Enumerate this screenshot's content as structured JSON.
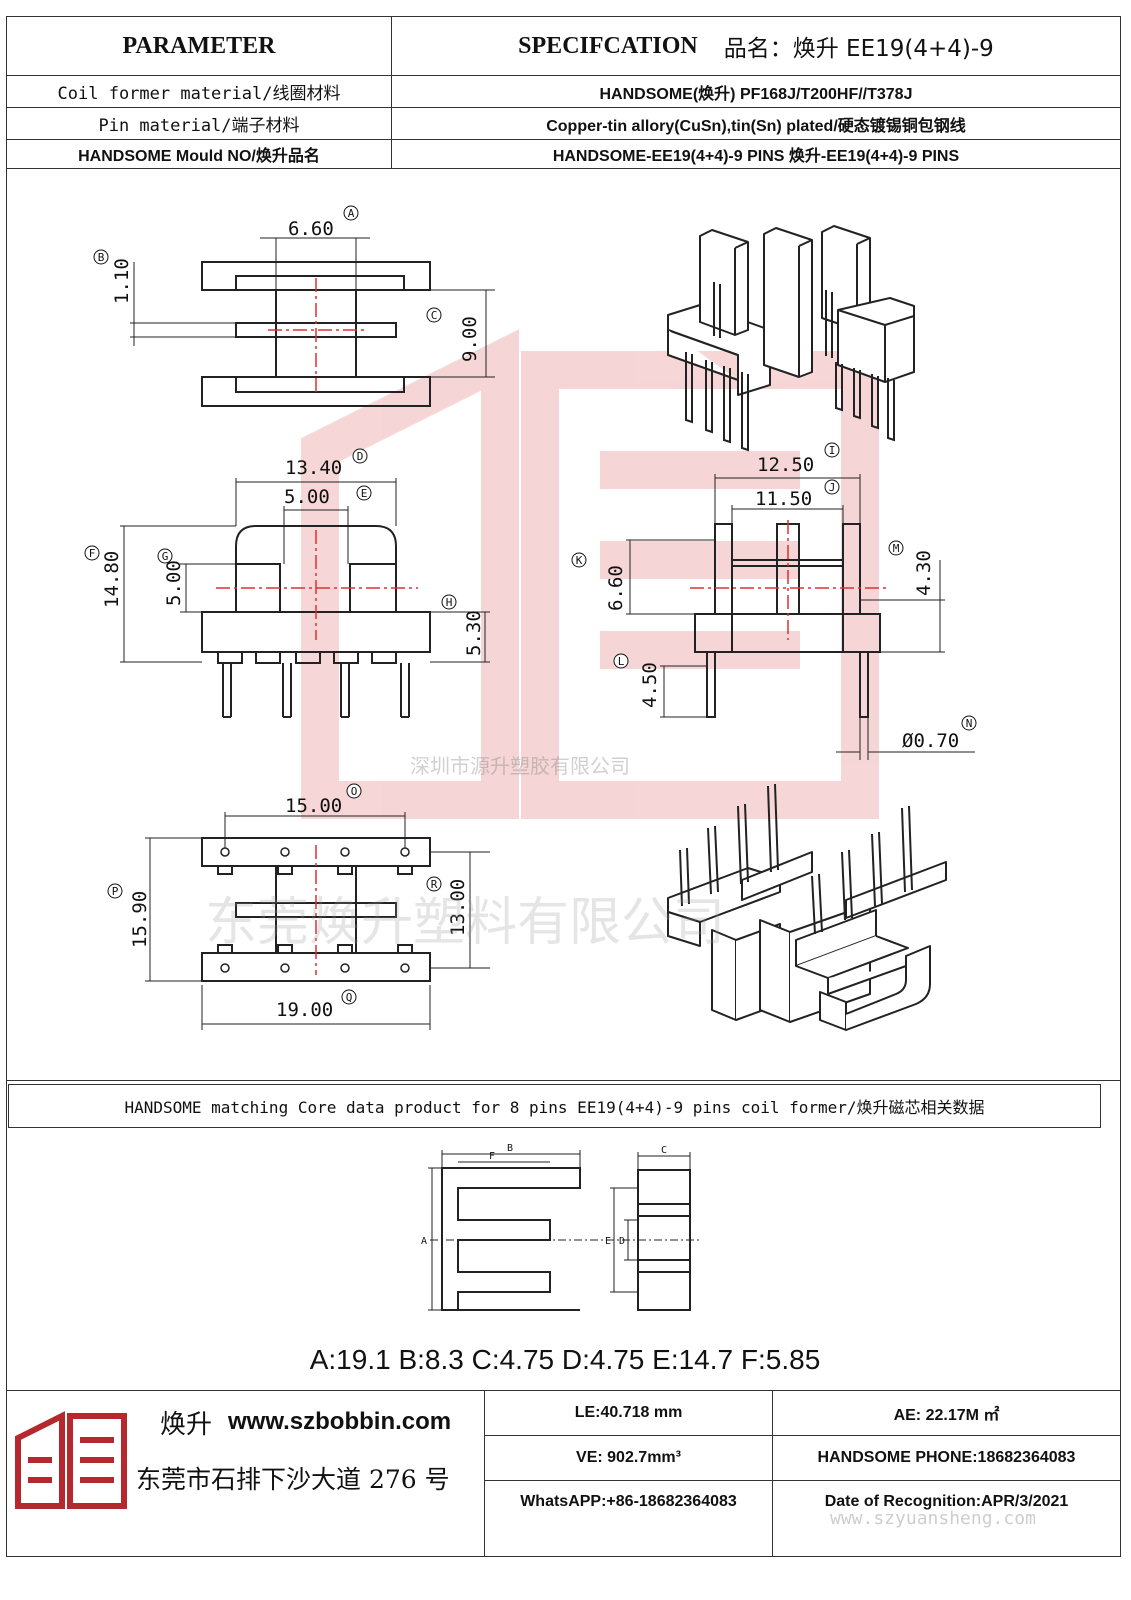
{
  "header": {
    "parameter_label": "PARAMETER",
    "spec_label": "SPECIFCATION",
    "product_name": "品名：焕升 EE19(4+4)-9"
  },
  "params": [
    {
      "label": "Coil former material/线圈材料",
      "value": "HANDSOME(焕升)   PF168J/T200HF//T378J"
    },
    {
      "label": "Pin material/端子材料",
      "value": "Copper-tin allory(CuSn),tin(Sn) plated/硬态镀锡铜包钢线"
    },
    {
      "label": "HANDSOME Mould NO/焕升品名",
      "value": "HANDSOME-EE19(4+4)-9 PINS    焕升-EE19(4+4)-9 PINS"
    }
  ],
  "drawing": {
    "dims": {
      "A": "6.60",
      "B": "1.10",
      "C": "9.00",
      "D": "13.40",
      "E": "5.00",
      "F": "14.80",
      "G": "5.00",
      "H": "5.30",
      "I": "12.50",
      "J": "11.50",
      "K": "6.60",
      "L": "4.50",
      "M": "4.30",
      "N": "Ø0.70",
      "O": "15.00",
      "P": "15.90",
      "Q": "19.00",
      "R": "13.00"
    },
    "callouts": [
      "A",
      "B",
      "C",
      "D",
      "E",
      "F",
      "G",
      "H",
      "I",
      "J",
      "K",
      "L",
      "M",
      "N",
      "O",
      "P",
      "Q",
      "R"
    ],
    "watermark_company": "深圳市源升塑胶有限公司",
    "watermark_big": "东莞焕升塑料有限公司"
  },
  "core": {
    "title": "HANDSOME matching Core data  product for 8 pins EE19(4+4)-9 pins coil former/焕升磁芯相关数据",
    "letters": [
      "A",
      "B",
      "C",
      "D",
      "E",
      "F"
    ],
    "values_line": "A:19.1 B:8.3 C:4.75 D:4.75 E:14.7 F:5.85"
  },
  "footer": {
    "brand": "焕升",
    "website": "www.szbobbin.com",
    "address": "东莞市石排下沙大道 276 号",
    "le": "LE:40.718 mm",
    "ae": "AE:    22.17M ㎡",
    "ve": "VE: 902.7mm³",
    "phone": "HANDSOME PHONE:18682364083",
    "whatsapp": "WhatsAPP:+86-18682364083",
    "date": "Date of Recognition:APR/3/2021",
    "site_watermark": "www.szyuansheng.com"
  },
  "colors": {
    "line": "#222222",
    "red_center": "#e03030",
    "watermark_red": "#e8a0a0"
  }
}
